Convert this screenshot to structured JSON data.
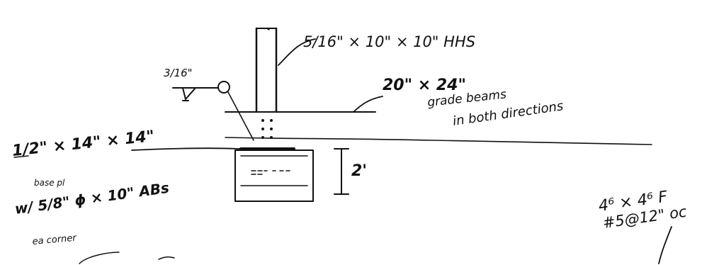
{
  "labels": {
    "hhs_column": "5/16\" × 10\" × 10\" HHS",
    "weld_size": "3/16\"",
    "grade_beam_size": "20\" × 24\"",
    "grade_beam_note_1": "grade beams",
    "grade_beam_note_2": "in both directions",
    "base_plate": "1/2\" × 14\" × 14\"",
    "base_plate_note": "base pl",
    "anchor_bolts": "w/ 5/8\" ϕ × 10\" ABs",
    "anchor_bolts_note": "ea corner",
    "depth_dim": "2'",
    "rebar_1": "4⁶ × 4⁶ F",
    "rebar_2": "#5@12\" oc"
  }
}
